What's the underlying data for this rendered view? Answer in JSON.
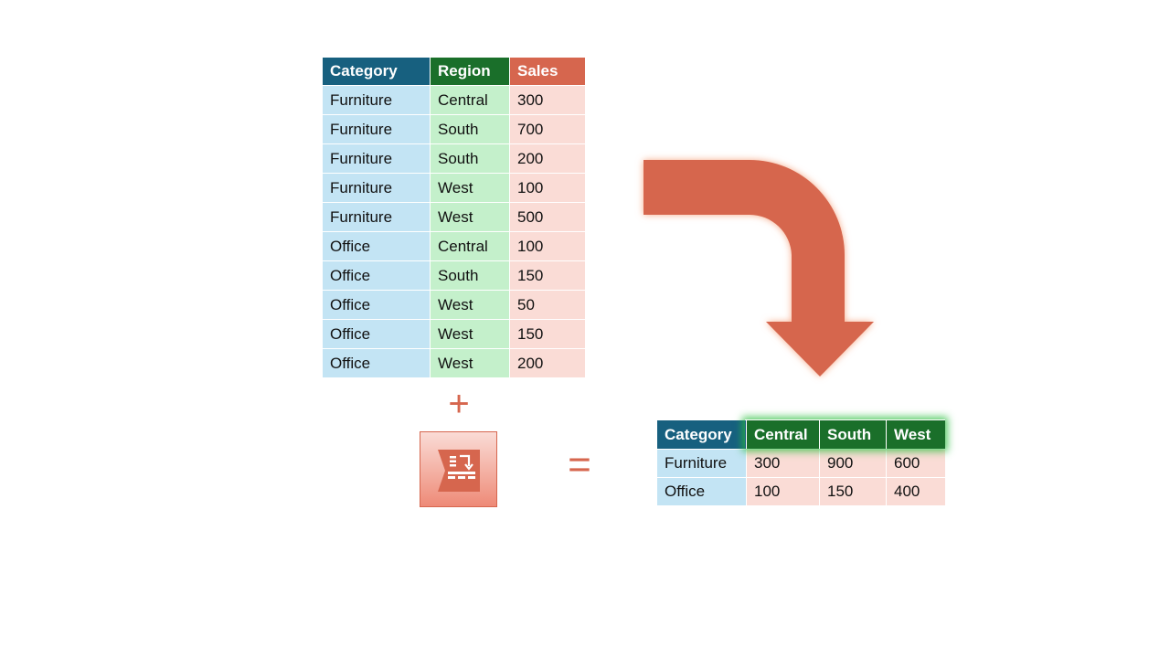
{
  "source_table": {
    "headers": [
      "Category",
      "Region",
      "Sales"
    ],
    "rows": [
      [
        "Furniture",
        "Central",
        "300"
      ],
      [
        "Furniture",
        "South",
        "700"
      ],
      [
        "Furniture",
        "South",
        "200"
      ],
      [
        "Furniture",
        "West",
        "100"
      ],
      [
        "Furniture",
        "West",
        "500"
      ],
      [
        "Office",
        "Central",
        "100"
      ],
      [
        "Office",
        "South",
        "150"
      ],
      [
        "Office",
        "West",
        "50"
      ],
      [
        "Office",
        "West",
        "150"
      ],
      [
        "Office",
        "West",
        "200"
      ]
    ]
  },
  "operators": {
    "plus": "+",
    "equals": "="
  },
  "icons": {
    "transform_arrow": "curved-arrow-icon",
    "tool": "pivot-tool-icon"
  },
  "result_table": {
    "headers": [
      "Category",
      "Central",
      "South",
      "West"
    ],
    "rows": [
      [
        "Furniture",
        "300",
        "900",
        "600"
      ],
      [
        "Office",
        "100",
        "150",
        "400"
      ]
    ]
  },
  "colors": {
    "category": "#17607f",
    "region": "#1a6f2a",
    "sales": "#d6664e",
    "category_fill": "#c3e4f4",
    "region_fill": "#c4f0cb",
    "sales_fill": "#fadcd6",
    "accent": "#d6664e"
  }
}
